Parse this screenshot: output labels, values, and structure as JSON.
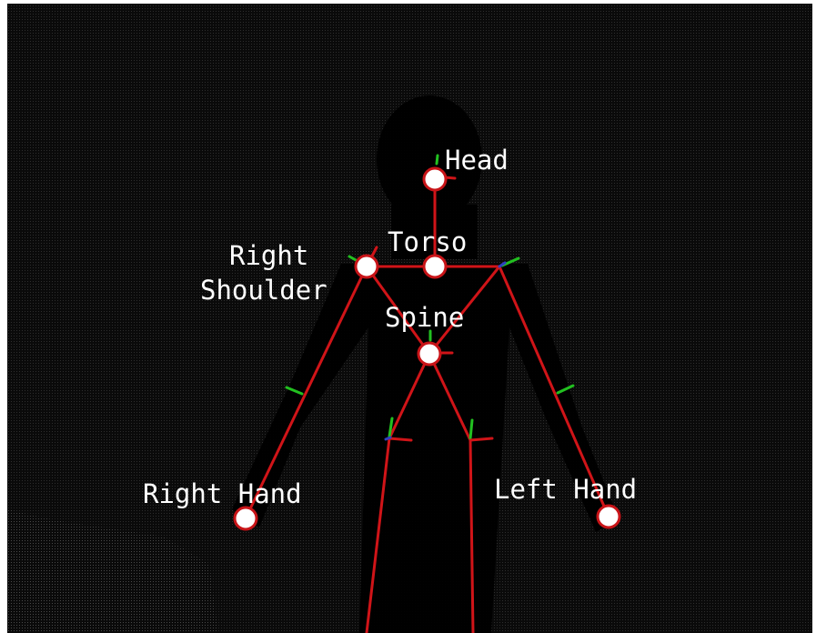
{
  "colors": {
    "background": "#0a0a0a",
    "bone": "#d01418",
    "joint_fill": "#ffffff",
    "joint_stroke": "#c81418",
    "axis_green": "#22c020",
    "axis_blue": "#3040c0",
    "label": "#ffffff"
  },
  "labels": {
    "head": "Head",
    "torso": "Torso",
    "right_shoulder_line1": "Right",
    "right_shoulder_line2": "Shoulder",
    "spine": "Spine",
    "right_hand": "Right Hand",
    "left_hand": "Left Hand"
  }
}
